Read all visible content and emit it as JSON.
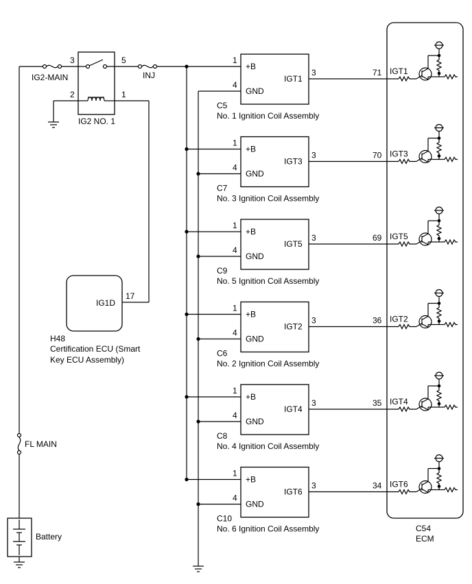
{
  "relay": {
    "name": "IG2 NO. 1",
    "pin_top_left": "3",
    "pin_top_right": "5",
    "pin_bot_left": "2",
    "pin_bot_right": "1"
  },
  "fuses": {
    "ig2_main": "IG2-MAIN",
    "inj": "INJ",
    "fl_main": "FL MAIN"
  },
  "battery_label": "Battery",
  "cert_ecu": {
    "connector": "H48",
    "name_line1": "Certification ECU (Smart",
    "name_line2": "Key ECU Assembly)",
    "pin_label": "IG1D",
    "pin_num": "17"
  },
  "coils": [
    {
      "connector": "C5",
      "name": "No. 1 Ignition Coil Assembly",
      "plus_pin": "1",
      "gnd_pin": "4",
      "plus_label": "+B",
      "gnd_label": "GND",
      "igt_label": "IGT1",
      "igt_pin": "3",
      "ecm_pin": "71",
      "ecm_label": "IGT1"
    },
    {
      "connector": "C7",
      "name": "No. 3 Ignition Coil Assembly",
      "plus_pin": "1",
      "gnd_pin": "4",
      "plus_label": "+B",
      "gnd_label": "GND",
      "igt_label": "IGT3",
      "igt_pin": "3",
      "ecm_pin": "70",
      "ecm_label": "IGT3"
    },
    {
      "connector": "C9",
      "name": "No. 5 Ignition Coil Assembly",
      "plus_pin": "1",
      "gnd_pin": "4",
      "plus_label": "+B",
      "gnd_label": "GND",
      "igt_label": "IGT5",
      "igt_pin": "3",
      "ecm_pin": "69",
      "ecm_label": "IGT5"
    },
    {
      "connector": "C6",
      "name": "No. 2 Ignition Coil Assembly",
      "plus_pin": "1",
      "gnd_pin": "4",
      "plus_label": "+B",
      "gnd_label": "GND",
      "igt_label": "IGT2",
      "igt_pin": "3",
      "ecm_pin": "36",
      "ecm_label": "IGT2"
    },
    {
      "connector": "C8",
      "name": "No. 4 Ignition Coil Assembly",
      "plus_pin": "1",
      "gnd_pin": "4",
      "plus_label": "+B",
      "gnd_label": "GND",
      "igt_label": "IGT4",
      "igt_pin": "3",
      "ecm_pin": "35",
      "ecm_label": "IGT4"
    },
    {
      "connector": "C10",
      "name": "No. 6 Ignition Coil Assembly",
      "plus_pin": "1",
      "gnd_pin": "4",
      "plus_label": "+B",
      "gnd_label": "GND",
      "igt_label": "IGT6",
      "igt_pin": "3",
      "ecm_pin": "34",
      "ecm_label": "IGT6"
    }
  ],
  "ecm": {
    "connector": "C54",
    "name": "ECM"
  }
}
